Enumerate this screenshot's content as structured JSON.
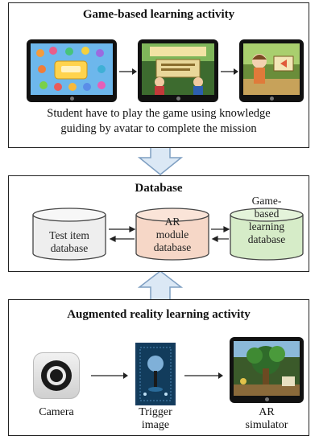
{
  "game_panel": {
    "title": "Game-based learning activity",
    "caption_line1": "Student have to play the game using knowledge",
    "caption_line2": "guiding by avatar to complete the mission"
  },
  "database_panel": {
    "title": "Database",
    "cylinders": [
      {
        "lines": [
          "Test item",
          "database"
        ],
        "fill": "#eeeeee"
      },
      {
        "lines": [
          "AR",
          "module",
          "database"
        ],
        "fill": "#f6d7c7"
      },
      {
        "lines": [
          "Game-",
          "based",
          "learning",
          "database"
        ],
        "fill": "#d6ecc8"
      }
    ]
  },
  "ar_panel": {
    "title": "Augmented reality learning activity",
    "camera_label": "Camera",
    "trigger_label_line1": "Trigger",
    "trigger_label_line2": "image",
    "simulator_label_line1": "AR",
    "simulator_label_line2": "simulator"
  },
  "colors": {
    "big_arrow_fill": "#dbe8f5",
    "big_arrow_stroke": "#7f9fc2"
  }
}
